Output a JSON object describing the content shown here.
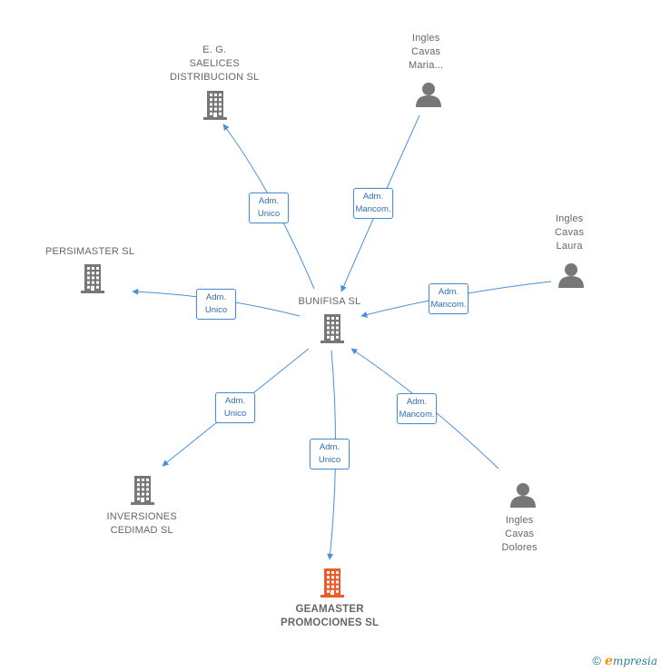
{
  "colors": {
    "edge": "#4a90d9",
    "company_icon": "#777777",
    "person_icon": "#777777",
    "main_company_icon": "#f05a28",
    "badge_border": "#4a90d9",
    "badge_text": "#2e6fb5",
    "label_text": "#666666"
  },
  "nodes": {
    "eg_saelices": {
      "type": "company",
      "icon": "building-icon",
      "lines": [
        "E. G.",
        "SAELICES",
        "DISTRIBUCION SL"
      ]
    },
    "ingles_maria": {
      "type": "person",
      "icon": "person-icon",
      "lines": [
        "Ingles",
        "Cavas",
        "Maria..."
      ]
    },
    "persimaster": {
      "type": "company",
      "icon": "building-icon",
      "lines": [
        "PERSIMASTER SL"
      ]
    },
    "bunifisa": {
      "type": "company",
      "icon": "building-icon",
      "lines": [
        "BUNIFISA SL"
      ]
    },
    "ingles_laura": {
      "type": "person",
      "icon": "person-icon",
      "lines": [
        "Ingles",
        "Cavas",
        "Laura"
      ]
    },
    "inversiones": {
      "type": "company",
      "icon": "building-icon",
      "lines": [
        "INVERSIONES",
        "CEDIMAD SL"
      ]
    },
    "ingles_dolores": {
      "type": "person",
      "icon": "person-icon",
      "lines": [
        "Ingles",
        "Cavas",
        "Dolores"
      ]
    },
    "geamaster": {
      "type": "company-main",
      "icon": "building-icon",
      "lines": [
        "GEAMASTER",
        "PROMOCIONES SL"
      ]
    }
  },
  "edges": [
    {
      "from": "bunifisa",
      "to": "eg_saelices",
      "label": [
        "Adm.",
        "Unico"
      ]
    },
    {
      "from": "ingles_maria",
      "to": "bunifisa",
      "label": [
        "Adm.",
        "Mancom."
      ]
    },
    {
      "from": "bunifisa",
      "to": "persimaster",
      "label": [
        "Adm.",
        "Unico"
      ]
    },
    {
      "from": "ingles_laura",
      "to": "bunifisa",
      "label": [
        "Adm.",
        "Mancom."
      ]
    },
    {
      "from": "bunifisa",
      "to": "inversiones",
      "label": [
        "Adm.",
        "Unico"
      ]
    },
    {
      "from": "ingles_dolores",
      "to": "bunifisa",
      "label": [
        "Adm.",
        "Mancom."
      ]
    },
    {
      "from": "bunifisa",
      "to": "geamaster",
      "label": [
        "Adm.",
        "Unico"
      ]
    }
  ],
  "footer": {
    "copyright": "©",
    "brand_initial": "e",
    "brand_rest": "mpresia"
  }
}
